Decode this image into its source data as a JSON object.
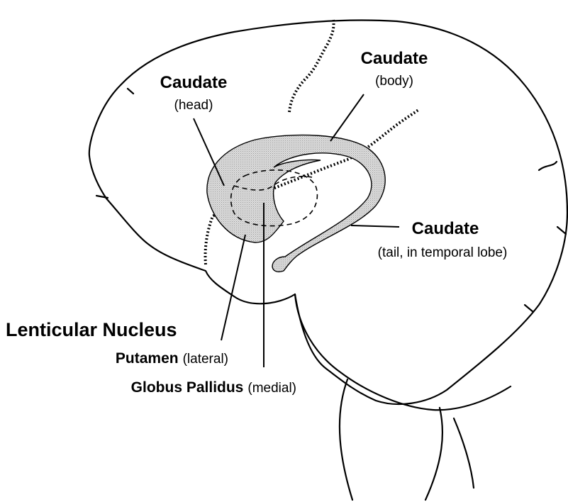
{
  "labels": {
    "caudate_head": {
      "title": "Caudate",
      "sub": "(head)"
    },
    "caudate_body": {
      "title": "Caudate",
      "sub": "(body)"
    },
    "caudate_tail": {
      "title": "Caudate",
      "sub": "(tail, in temporal lobe)"
    },
    "lenticular": {
      "title": "Lenticular Nucleus"
    },
    "putamen": {
      "name": "Putamen",
      "qualifier": "(lateral)"
    },
    "globus_pallidus": {
      "name": "Globus Pallidus",
      "qualifier": "(medial)"
    }
  },
  "colors": {
    "line": "#000000",
    "caudate_fill": "#d4d4d4",
    "background": "#ffffff"
  }
}
